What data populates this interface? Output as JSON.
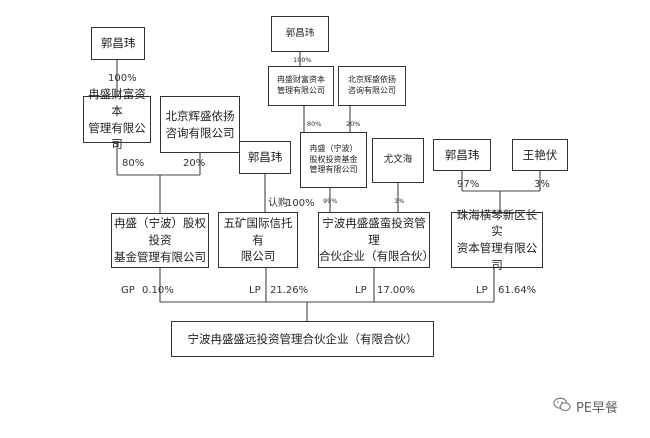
{
  "entities": {
    "guo_left": "郭昌玮",
    "ransheng_left": "冉盛财富资本\n管理有限公司",
    "beijing_left": "北京辉盛依扬\n咨询有限公司",
    "ransheng_ningbo": "冉盛（宁波）股权投资\n基金管理有限公司",
    "guo_mid": "郭昌玮",
    "wukuang": "五矿国际信托有\n限公司",
    "ningbo_shengrong": "宁波冉盛盛蛮投资管理\n合伙企业（有限合伙）",
    "guo_top": "郭昌玮",
    "ransheng_top": "冉盛财富资本\n管理有限公司",
    "beijing_top": "北京辉盛依扬\n咨询有限公司",
    "ransheng_ningbo_mid": "冉盛（宁波）\n股权投资基金\n管理有限公司",
    "you_wenhai": "尤文海",
    "guo_right": "郭昌玮",
    "wang_yanfu": "王艳伏",
    "zhuhai": "珠海横琴新区长实\n资本管理有限公司",
    "target": "宁波冉盛盛远投资管理合伙企业（有限合伙）"
  },
  "labels": {
    "p100_left": "100%",
    "p80_left": "80%",
    "p20_left": "20%",
    "p100_top": "100%",
    "p80_top": "80%",
    "p20_top": "20%",
    "p99": "99%",
    "p1": "1%",
    "congou": "认购",
    "p100_mid": "100%",
    "p97": "97%",
    "p3": "3%",
    "gp": "GP",
    "gp_pct": "0.10%",
    "lp1": "LP",
    "lp1_pct": "21.26%",
    "lp2": "LP",
    "lp2_pct": "17.00%",
    "lp3": "LP",
    "lp3_pct": "61.64%"
  },
  "watermark": {
    "text": "PE早餐",
    "icon": "wechat-icon"
  }
}
